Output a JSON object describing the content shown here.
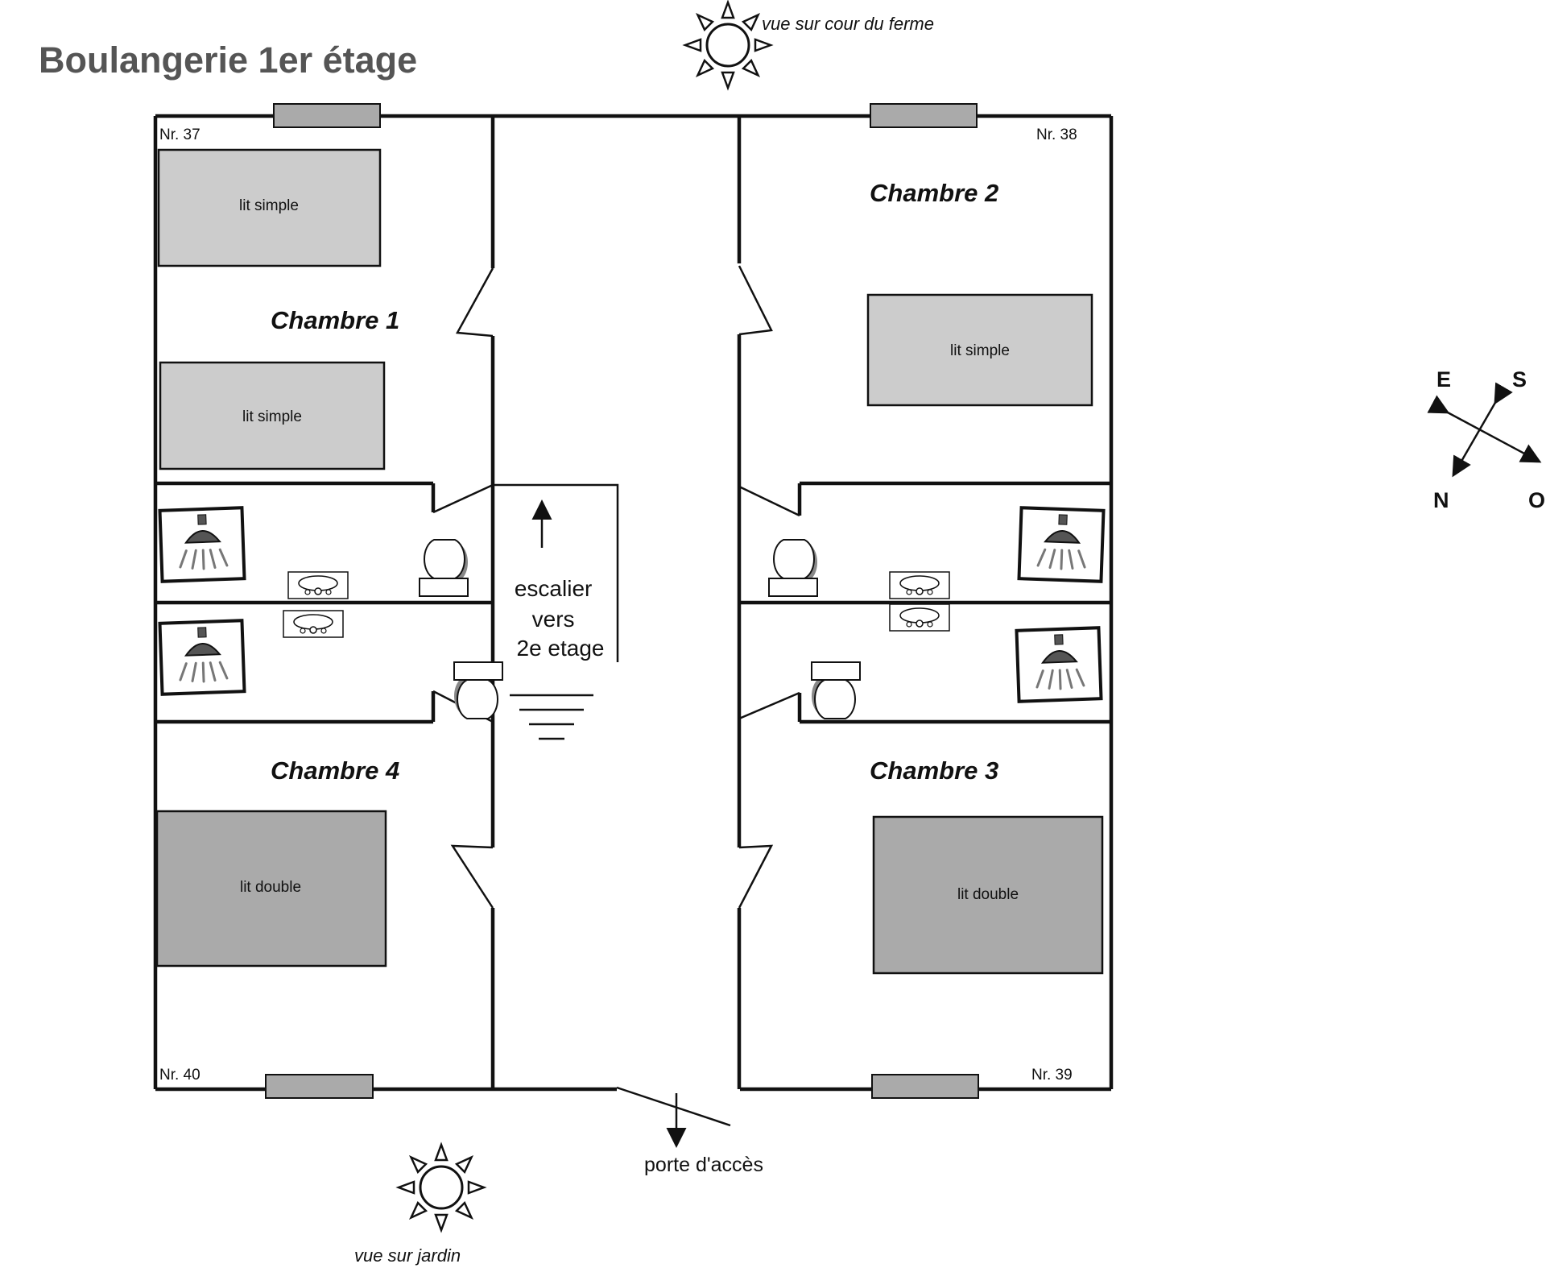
{
  "title": "Boulangerie 1er étage",
  "views": {
    "top": "vue sur cour du ferme",
    "bottom": "vue sur jardin"
  },
  "rooms": [
    {
      "name": "Chambre  1",
      "number": "Nr. 37",
      "beds": [
        "lit simple",
        "lit simple"
      ]
    },
    {
      "name": "Chambre  2",
      "number": "Nr. 38",
      "beds": [
        "lit simple"
      ]
    },
    {
      "name": "Chambre 3",
      "number": "Nr. 39",
      "beds": [
        "lit double"
      ]
    },
    {
      "name": "Chambre 4",
      "number": "Nr. 40",
      "beds": [
        "lit double"
      ]
    }
  ],
  "stairs": {
    "line1": "escalier",
    "line2": "vers",
    "line3": "2e etage"
  },
  "entrance": "porte d'accès",
  "compass": {
    "e": "E",
    "s": "S",
    "n": "N",
    "o": "O"
  },
  "colors": {
    "single_bed": "#cccccc",
    "double_bed": "#aaaaaa",
    "window": "#aaaaaa",
    "wall": "#111111",
    "title": "#555555"
  }
}
